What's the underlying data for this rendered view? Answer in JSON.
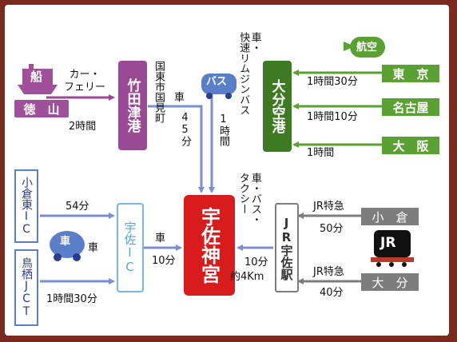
{
  "nodes": {
    "ferry": "船",
    "tokuyama": "徳　山",
    "takeda_port": "竹田津港",
    "oita_airport": "大分空港",
    "usa_jingu": "宇佐神宮",
    "jr_usa_station": "JR宇佐駅",
    "usa_ic": "宇佐IC",
    "kokura_higashi_ic": "小倉東IC",
    "tosu_jct": "鳥栖JCT",
    "tokyo": "東　京",
    "nagoya": "名古屋",
    "osaka": "大　阪",
    "kokura": "小　倉",
    "oita": "大　分",
    "bus_icon": "バス",
    "car_icon": "車",
    "air_icon": "航空",
    "jr_icon": "JR"
  },
  "labels": {
    "car_ferry": "カー・\nフェリー",
    "ferry_time": "2時間",
    "via_road": "国東市国見町",
    "car_45": "車",
    "car_45_time": "45分",
    "bus_1h": "1時間",
    "express_bus": "車・\n快速リムジンバス",
    "tokyo_time": "1時間30分",
    "nagoya_time": "1時間10分",
    "osaka_time": "1時間",
    "kokura_54": "54分",
    "car_label": "車",
    "tosu_time": "1時間30分",
    "ic_car": "車",
    "ic_time": "10分",
    "station_modes": "車・バス・\nタクシー",
    "station_time": "10分",
    "station_dist": "約4Km",
    "kokura_jr": "JR特急",
    "kokura_jr_time": "50分",
    "oita_jr": "JR特急",
    "oita_jr_time": "40分"
  },
  "colors": {
    "ferry_purple": "#a0509a",
    "port_purple": "#9a4a93",
    "green": "#5aa032",
    "dark_green": "#3d7a22",
    "blue_arrow": "#7a8fd0",
    "light_blue": "#5aa7d8",
    "gray": "#7d7d7d",
    "red": "#d81c1c",
    "navy": "#2a3d8f"
  }
}
